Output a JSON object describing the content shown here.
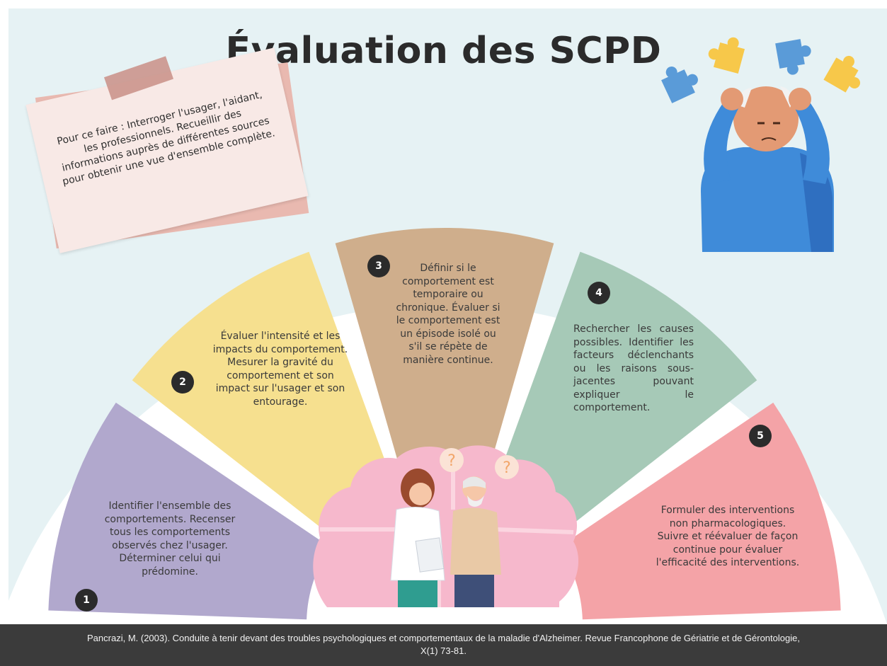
{
  "title": "Évaluation des SCPD",
  "note": {
    "text": "Pour ce faire : Interroger l'usager, l'aidant, les professionnels. Recueillir des informations auprès de différentes sources pour obtenir une vue d'ensemble complète."
  },
  "steps": [
    {
      "number": "1",
      "color": "#b1a8cd",
      "text": "Identifier l'ensemble des comportements. Recenser tous les comportements observés chez l'usager. Déterminer celui qui prédomine."
    },
    {
      "number": "2",
      "color": "#f6e08f",
      "text": "Évaluer l'intensité et les impacts du comportement. Mesurer la gravité du comportement et son impact sur l'usager et son entourage."
    },
    {
      "number": "3",
      "color": "#cfae8c",
      "text": "Définir si le comportement est temporaire ou chronique. Évaluer si le comportement est un épisode isolé ou s'il se répète de manière continue."
    },
    {
      "number": "4",
      "color": "#a6c9b7",
      "text": "Rechercher les causes possibles. Identifier les facteurs déclenchants ou les raisons sous-jacentes pouvant expliquer le comportement."
    },
    {
      "number": "5",
      "color": "#f4a3a7",
      "text": "Formuler des interventions non pharmacologiques. Suivre et réévaluer de façon continue pour évaluer l'efficacité des interventions."
    }
  ],
  "center": {
    "question_mark_1": "?",
    "question_mark_2": "?"
  },
  "citation": {
    "line1": "Pancrazi, M. (2003). Conduite à tenir devant des troubles psychologiques et comportementaux de la maladie d'Alzheimer. Revue Francophone de Gériatrie et de Gérontologie,",
    "line2": "X(1) 73-81."
  },
  "colors": {
    "background": "#e6f2f4",
    "footer": "#3b3b3b",
    "puzzle_yellow": "#f7c84a",
    "puzzle_blue": "#5a9bd8",
    "brain_pink": "#f6b8cc"
  }
}
